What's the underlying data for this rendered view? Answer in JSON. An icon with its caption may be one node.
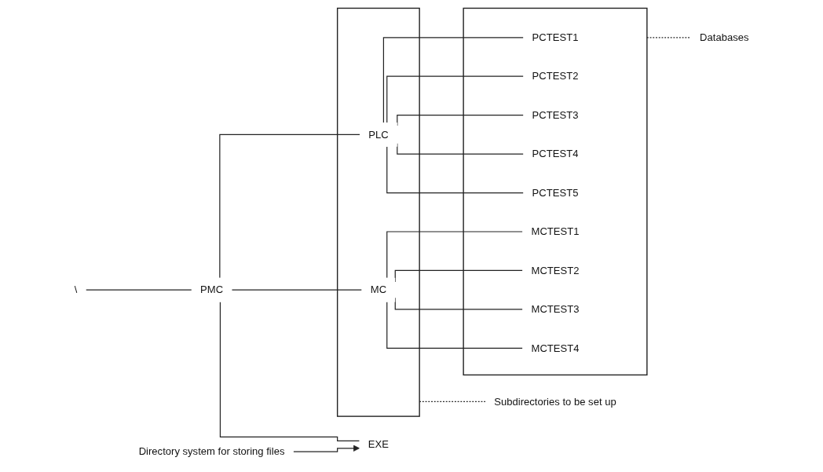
{
  "diagram": {
    "nodes": [
      {
        "text": [
          "\\"
        ]
      },
      {
        "text": [
          "PMC"
        ]
      },
      {
        "text": [],
        "shape": "box"
      },
      {
        "text": [
          "PLC"
        ],
        "in": 2
      },
      {
        "text": [
          "MC"
        ],
        "in": 2
      },
      {
        "text": [
          "EXE"
        ]
      },
      {
        "text": [],
        "shape": "box"
      },
      {
        "text": [
          "PCTEST1"
        ],
        "in": 6
      },
      {
        "text": [
          "PCTEST2"
        ],
        "in": 6
      },
      {
        "text": [
          "PCTEST3"
        ],
        "in": 6
      },
      {
        "text": [
          "PCTEST4"
        ],
        "in": 6
      },
      {
        "text": [
          "PCTEST5"
        ],
        "in": 6
      },
      {
        "text": [
          "MCTEST1"
        ],
        "in": 6
      },
      {
        "text": [
          "MCTEST2"
        ],
        "in": 6
      },
      {
        "text": [
          "MCTEST3"
        ],
        "in": 6
      },
      {
        "text": [
          "MCTEST4"
        ],
        "in": 6
      },
      {
        "text": [
          "Subdirectories to be set up"
        ]
      },
      {
        "text": [
          "Databases"
        ]
      },
      {
        "text": [
          "Directory system for storing files"
        ]
      }
    ],
    "edges": [
      {
        "from": 0,
        "to": 1,
        "arrow": "none"
      },
      {
        "from": 1,
        "to": 3,
        "arrow": "none"
      },
      {
        "from": 1,
        "to": 4,
        "arrow": "none"
      },
      {
        "from": 1,
        "to": 5,
        "arrow": "none"
      },
      {
        "from": 3,
        "to": 7,
        "arrow": "none"
      },
      {
        "from": 3,
        "to": 8,
        "arrow": "none"
      },
      {
        "from": 3,
        "to": 9,
        "arrow": "none"
      },
      {
        "from": 3,
        "to": 10,
        "arrow": "none"
      },
      {
        "from": 3,
        "to": 11,
        "arrow": "none"
      },
      {
        "from": 4,
        "to": 12,
        "arrow": "none"
      },
      {
        "from": 4,
        "to": 13,
        "arrow": "none"
      },
      {
        "from": 4,
        "to": 14,
        "arrow": "none"
      },
      {
        "from": 4,
        "to": 15,
        "arrow": "none"
      },
      {
        "from": 16,
        "to": 2,
        "arrow": "none",
        "style": "dashed"
      },
      {
        "from": 17,
        "to": 6,
        "arrow": "none",
        "style": "dashed"
      },
      {
        "from": 18,
        "to": 5,
        "arrow": "to"
      }
    ]
  }
}
